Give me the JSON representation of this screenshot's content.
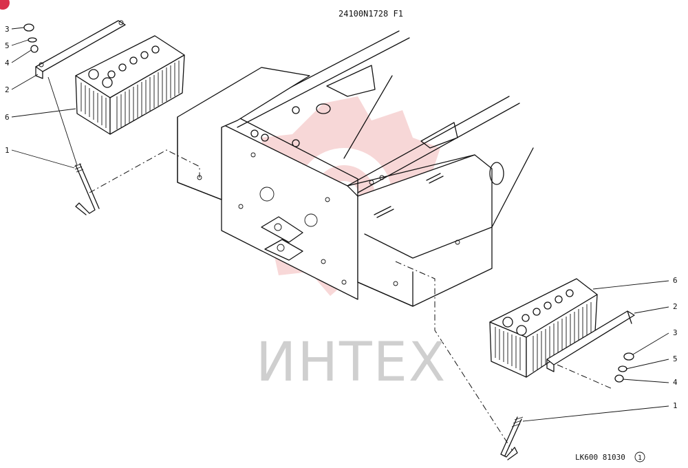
{
  "header": {
    "drawing_code": "24100N1728  F1"
  },
  "footer": {
    "model_ref": "LK600  81030",
    "sheet_mark": "1"
  },
  "watermark": {
    "text": "ИНТЕХ",
    "color": "#f2b8b8"
  },
  "callouts_left": [
    "3",
    "5",
    "4",
    "2",
    "6",
    "1"
  ],
  "callouts_right": [
    "6",
    "2",
    "3",
    "5",
    "4",
    "1"
  ]
}
